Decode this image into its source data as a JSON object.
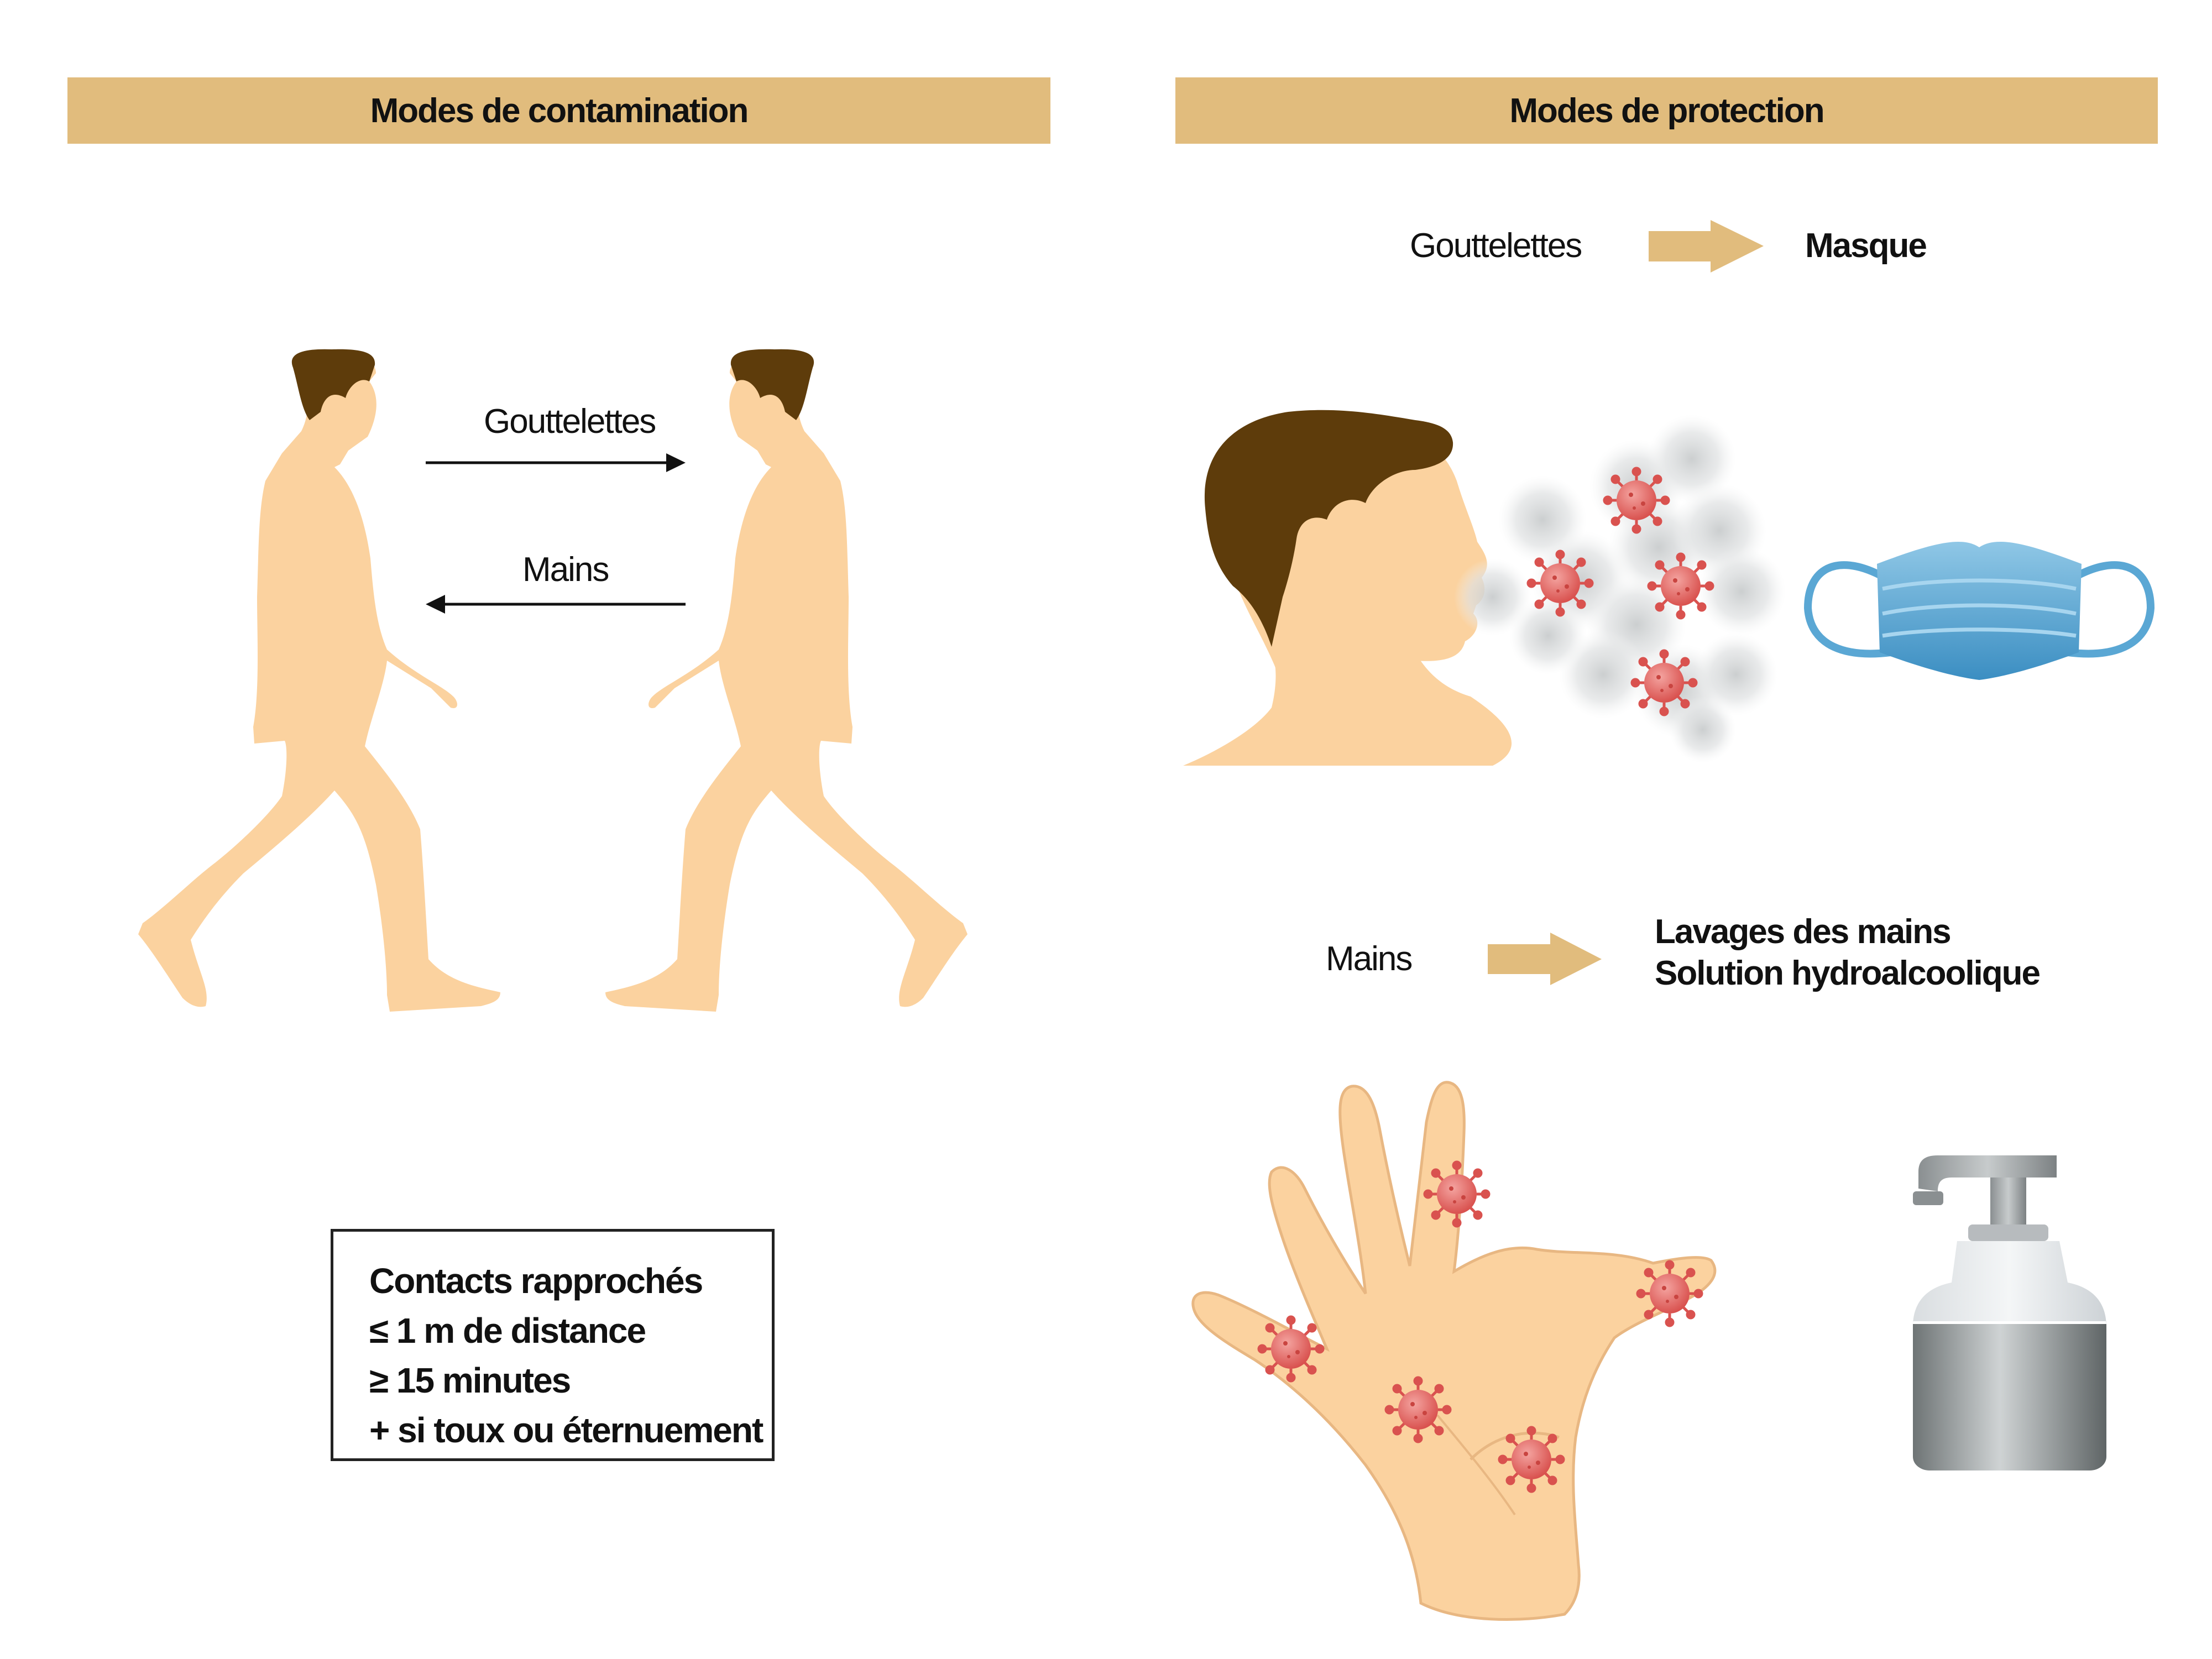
{
  "headers": {
    "contamination": "Modes de contamination",
    "protection": "Modes de protection"
  },
  "contamination": {
    "droplets_label": "Gouttelettes",
    "hands_label": "Mains"
  },
  "protection": {
    "droplets": {
      "label": "Gouttelettes",
      "result": "Masque"
    },
    "hands": {
      "label": "Mains",
      "result_lines": [
        "Lavages des mains",
        "Solution hydroalcoolique"
      ]
    }
  },
  "close_contacts": {
    "lines": [
      "Contacts rapprochés",
      "≤ 1 m de distance",
      "≥ 15 minutes",
      "+ si toux ou éternuement"
    ]
  },
  "colors": {
    "header_band": "#e1bc7d",
    "arrow_tan": "#e1bc7d",
    "skin": "#fbd29f",
    "hair": "#5e3c0b",
    "virus": "#e06a6a",
    "mask": "#4a9ccc"
  }
}
